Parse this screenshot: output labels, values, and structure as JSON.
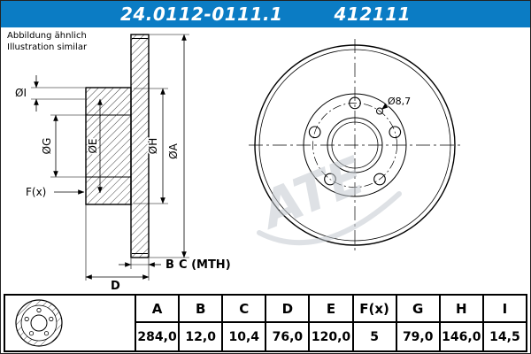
{
  "header": {
    "part_number": "24.0112-0111.1",
    "ref_number": "412111"
  },
  "note": {
    "line1": "Abbildung ähnlich",
    "line2": "Illustration similar"
  },
  "drawing": {
    "watermark": "ATE",
    "labels": {
      "dia_i": "ØI",
      "dia_g": "ØG",
      "dia_e": "ØE",
      "dia_h": "ØH",
      "dia_a": "ØA",
      "f_x": "F(x)",
      "b": "B",
      "c_mth": "C (MTH)",
      "d": "D",
      "hole_dia": "Ø8,7"
    }
  },
  "table": {
    "columns": [
      "A",
      "B",
      "C",
      "D",
      "E",
      "F(x)",
      "G",
      "H",
      "I"
    ],
    "values": [
      "284,0",
      "12,0",
      "10,4",
      "76,0",
      "120,0",
      "5",
      "79,0",
      "146,0",
      "14,5"
    ]
  },
  "colors": {
    "header_blue": "#0b7cc4",
    "watermark_gray": "#c4cad0"
  }
}
